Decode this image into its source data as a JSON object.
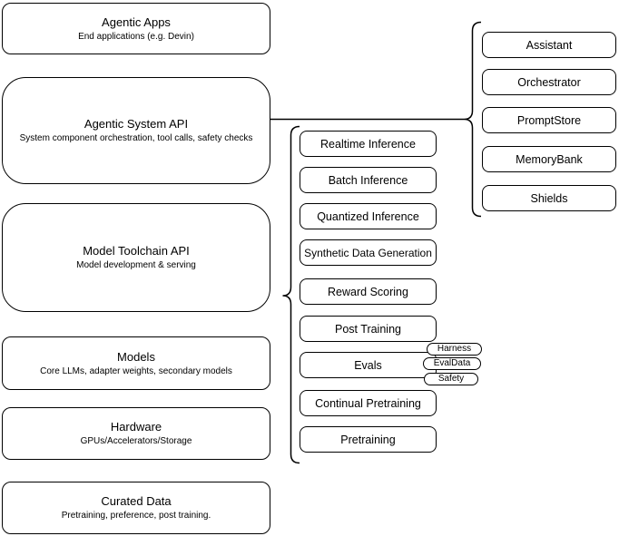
{
  "left_column": {
    "boxes": [
      {
        "title": "Agentic Apps",
        "subtitle": "End applications (e.g. Devin)"
      },
      {
        "title": "Agentic System API",
        "subtitle": "System component orchestration, tool calls, safety checks"
      },
      {
        "title": "Model Toolchain API",
        "subtitle": "Model development & serving"
      },
      {
        "title": "Models",
        "subtitle": "Core LLMs, adapter weights, secondary models"
      },
      {
        "title": "Hardware",
        "subtitle": "GPUs/Accelerators/Storage"
      },
      {
        "title": "Curated Data",
        "subtitle": "Pretraining, preference, post training."
      }
    ]
  },
  "middle_column": {
    "boxes": [
      "Realtime Inference",
      "Batch Inference",
      "Quantized Inference",
      "Synthetic Data Generation",
      "Reward Scoring",
      "Post Training",
      "Evals",
      "Continual Pretraining",
      "Pretraining"
    ],
    "eval_tags": [
      "Harness",
      "EvalData",
      "Safety"
    ]
  },
  "right_column": {
    "boxes": [
      "Assistant",
      "Orchestrator",
      "PromptStore",
      "MemoryBank",
      "Shields"
    ]
  },
  "colors": {
    "stroke": "#000000",
    "background": "#ffffff",
    "text": "#000000"
  }
}
